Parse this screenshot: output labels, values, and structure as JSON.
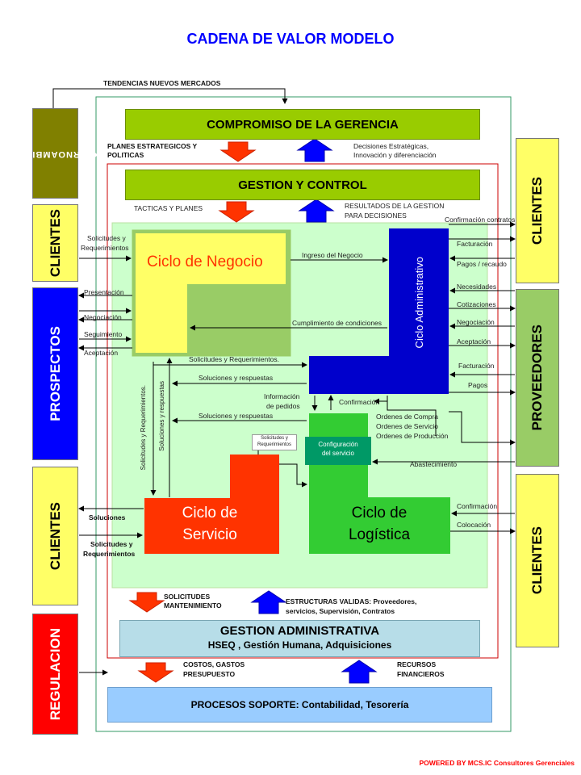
{
  "title": "CADENA DE VALOR  MODELO",
  "footer": "POWERED BY MCS.IC Consultores Gerenciales",
  "left_blocks": {
    "ambiente_externo": [
      "AMBIENTE",
      "EXTERNO"
    ],
    "clientes_top": "CLIENTES",
    "prospectos": "PROSPECTOS",
    "clientes_bottom": "CLIENTES",
    "regulacion": "REGULACION"
  },
  "right_blocks": {
    "clientes_top": "CLIENTES",
    "proveedores": "PROVEEDORES",
    "clientes_bottom": "CLIENTES"
  },
  "top_labels": {
    "tendencias": "TENDENCIAS NUEVOS MERCADOS",
    "planes": [
      "PLANES ESTRATEGICOS Y",
      "POLITICAS"
    ],
    "decisiones": [
      "Decisiones Estratégicas,",
      "Innovación y diferenciación"
    ],
    "tacticas": "TACTICAS Y PLANES",
    "resultados": [
      "RESULTADOS DE LA GESTION",
      "PARA DECISIONES"
    ]
  },
  "bars": {
    "compromiso": "COMPROMISO  DE LA GERENCIA",
    "gestion_control": "GESTION Y CONTROL",
    "gestion_admin_title": "GESTION ADMINISTRATIVA",
    "gestion_admin_sub": "HSEQ , Gestión Humana, Adquisiciones",
    "procesos_soporte": "PROCESOS SOPORTE: Contabilidad, Tesorería"
  },
  "cycles": {
    "negocio": "Ciclo de Negocio",
    "administrativo": "Ciclo Administrativo",
    "servicio": [
      "Ciclo de",
      "Servicio"
    ],
    "logistica": [
      "Ciclo de",
      "Logística"
    ],
    "configuracion": [
      "Configuración",
      "del servicio"
    ]
  },
  "left_flows": {
    "solicitudes_top": [
      "Solicitudes y",
      "Requerimientos"
    ],
    "presentacion": "Presentación",
    "negociacion": "Negociación",
    "seguimiento": "Seguimiento",
    "aceptacion": "Aceptación",
    "soluciones": "Soluciones",
    "solicitudes_bottom": [
      "Solicitudes y",
      "Requerimientos"
    ]
  },
  "inner_flows": {
    "ingreso": "Ingreso del Negocio",
    "cumplimiento": "Cumplimiento de condiciones",
    "solicitudes_req": "Solicitudes y Requerimientos.",
    "soluciones_resp_1": "Soluciones y respuestas",
    "informacion_pedidos": [
      "Información",
      "de pedidos"
    ],
    "soluciones_resp_2": "Soluciones y respuestas",
    "confirmacion": "Confirmación",
    "ordenes": [
      "Ordenes de Compra",
      "Ordenes de Servicio",
      "Ordenes de Producción"
    ],
    "solicitudes_small": [
      "Solicitudes y",
      "Requerimientos"
    ],
    "vert_solicitudes": "Solicitudes y Requerimientos.",
    "vert_soluciones": "Soluciones y respuestas"
  },
  "right_flows": {
    "confirmacion_contratos": "Confirmación contratos",
    "facturacion": "Facturación",
    "pagos_recaudo": "Pagos / recaudo",
    "necesidades": "Necesidades",
    "cotizaciones": "Cotizaciones",
    "negociacion": "Negociación",
    "aceptacion": "Aceptación",
    "facturacion2": "Facturación",
    "pagos": "Pagos",
    "abastecimiento": "Abastecimiento",
    "confirmacion": "Confirmación",
    "colocacion": "Colocación"
  },
  "bottom_labels": {
    "solicitudes_mant": [
      "SOLICITUDES",
      "MANTENIMIENTO"
    ],
    "estructuras": [
      "ESTRUCTURAS VALIDAS: Proveedores,",
      "servicios, Supervisión, Contratos"
    ],
    "costos": [
      "COSTOS, GASTOS",
      "PRESUPUESTO"
    ],
    "recursos": [
      "RECURSOS",
      "FINANCIEROS"
    ]
  },
  "colors": {
    "title": "#0000ff",
    "lime_bar": "#99cc00",
    "olive": "#808000",
    "yellow": "#ffff66",
    "yellow_cycle": "#ffff66",
    "green_cycle": "#33cc33",
    "blue_cycle": "#0000cc",
    "red_cycle": "#ff3300",
    "light_green_area": "#ccffcc",
    "green_box": "#99cc66",
    "pale_blue": "#99ccff",
    "teal_bar": "#b7dde8",
    "red_block": "#ff0000",
    "footer": "#ff0000"
  }
}
